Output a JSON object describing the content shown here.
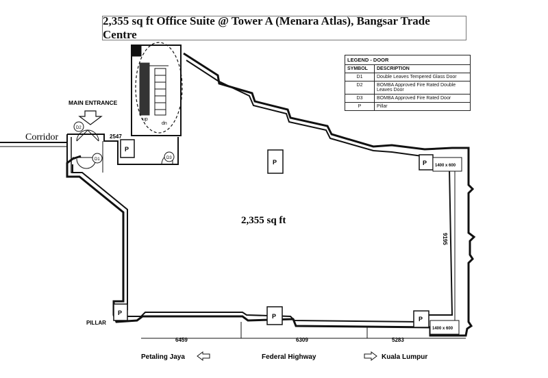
{
  "title": "2,355 sq ft Office Suite @ Tower A (Menara Atlas), Bangsar Trade Centre",
  "legend": {
    "title": "LEGEND - DOOR",
    "headers": [
      "SYMBOL",
      "DESCRIPTION"
    ],
    "rows": [
      {
        "symbol": "D1",
        "description": "Double Leaves Tempered Glass Door"
      },
      {
        "symbol": "D2",
        "description": "BOMBA Approved Fire Rated Double Leaves Door"
      },
      {
        "symbol": "D3",
        "description": "BOMBA Approved Fire Rated Door"
      },
      {
        "symbol": "P",
        "description": "Pillar"
      }
    ]
  },
  "labels": {
    "main_entrance": "MAIN ENTRANCE",
    "corridor": "Corridor",
    "area": "2,355 sq ft",
    "pillar": "PILLAR",
    "stair_up": "up",
    "stair_dn": "dn",
    "door_d1": "D1",
    "door_d2": "D2",
    "door_d3": "D3",
    "pillar_symbol": "P"
  },
  "dimensions": {
    "entrance_width": "2547",
    "right_wall": "9195",
    "bottom_left": "6459",
    "bottom_mid": "6309",
    "bottom_right": "5283",
    "pillar_size_top": "1400 x 600",
    "pillar_size_bottom": "1400 x 600"
  },
  "directions": {
    "left": "Petaling Jaya",
    "center": "Federal Highway",
    "right": "Kuala Lumpur"
  }
}
